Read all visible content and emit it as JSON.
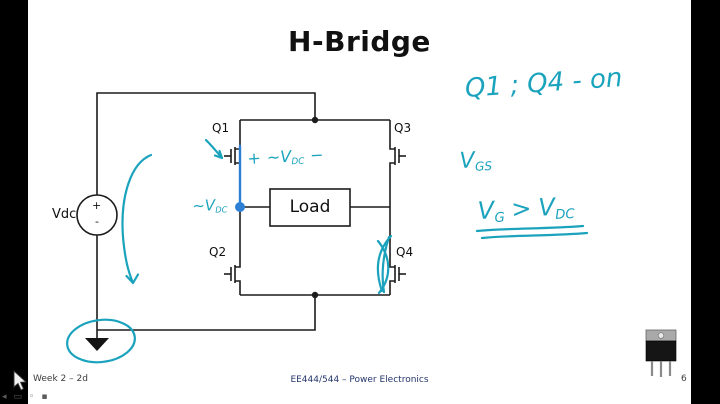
{
  "slide": {
    "title": "H-Bridge",
    "footer_left": "Week 2 – 2d",
    "footer_center": "EE444/544 – Power Electronics",
    "page_number": "6"
  },
  "circuit": {
    "source_label": "Vdc",
    "source_plus": "+",
    "source_minus": "-",
    "load_label": "Load",
    "q1": "Q1",
    "q2": "Q2",
    "q3": "Q3",
    "q4": "Q4"
  },
  "ink": {
    "color": "#1ba3bd",
    "node_color": "#2d7fd6",
    "q1q4_on": "Q1 ; Q4 - on",
    "vgs_base": "V",
    "vgs_sub": "GS",
    "vg_base": "V",
    "vg_sub": "G",
    "gt": ">",
    "vdc_base": "V",
    "vdc_sub": "DC",
    "plus": "+",
    "minus": "−",
    "tilde_v": "~V"
  },
  "player": {
    "toolbar_icons": [
      {
        "name": "back",
        "glyph": "◂"
      },
      {
        "name": "menu",
        "glyph": "▭"
      },
      {
        "name": "pen",
        "glyph": "◦"
      },
      {
        "name": "marker",
        "glyph": "▪"
      }
    ]
  }
}
